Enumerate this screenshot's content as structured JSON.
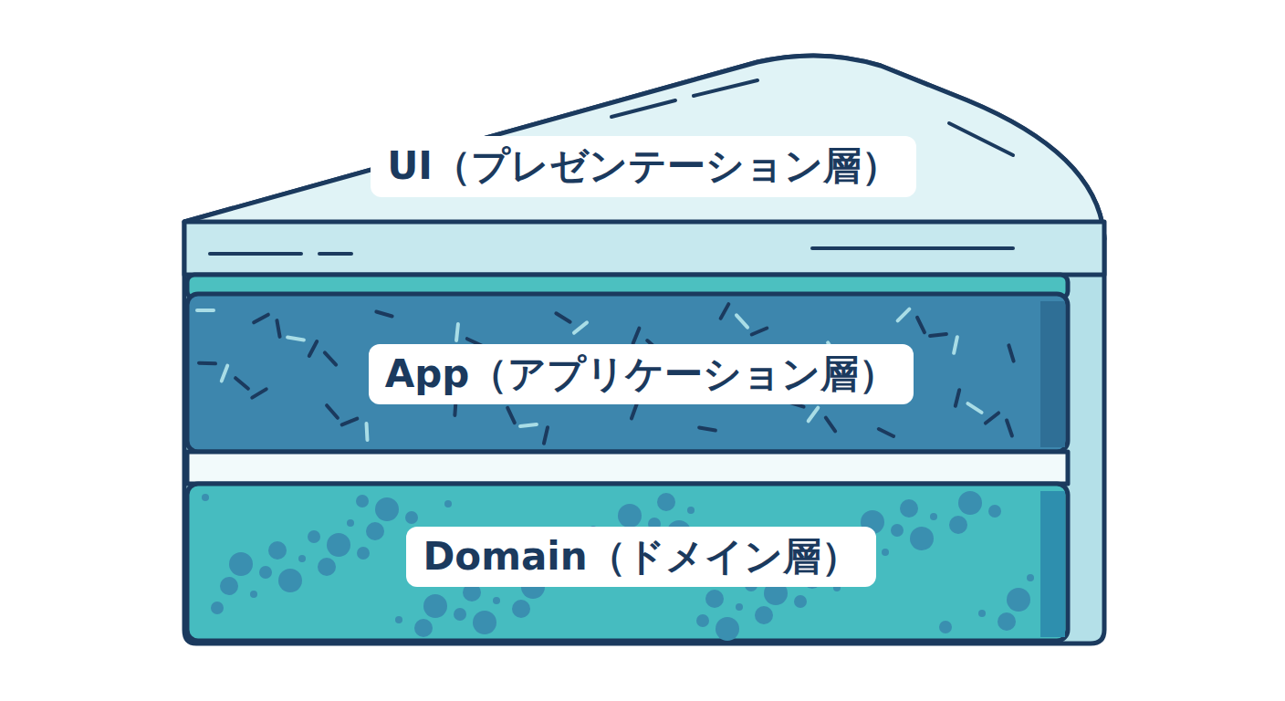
{
  "diagram": {
    "nodes": [
      {
        "text": [
          "UI（プレゼンテーション層）"
        ]
      },
      {
        "text": [
          "App（アプリケーション層）"
        ]
      },
      {
        "text": [
          "Domain（ドメイン層）"
        ]
      }
    ]
  }
}
